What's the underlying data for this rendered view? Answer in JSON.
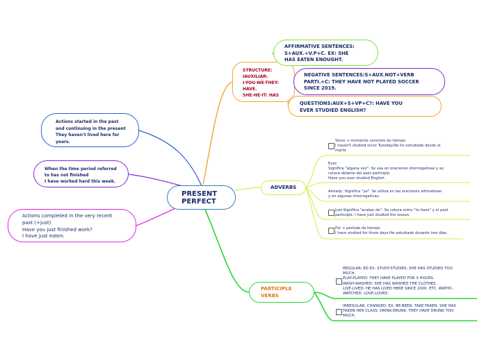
{
  "central": {
    "label": "PRESENT\nPERFECT"
  },
  "left_nodes": {
    "actions_started": "Actions started in the past\nand continuing in the present\nThey haven't lived here for\nyears.",
    "time_period": "When the time period referred\nto has not finished\nI have worked hard this week.",
    "actions_completed": "Actions completed in the very recent\npast (+just)\nHave you just finished work?\nI have just eaten."
  },
  "structure": {
    "label": "STRUCTURE:\nIAUXILIAR:\nI-YOU-WE-THEY:\nHAVE.\nSHE-HE-IT:  HAS",
    "affirmative": "AFFIRMATIVE SENTENCES:\nS+AUX.+V.P+C. EX: SHE\nHAS EATEN ENOUGHT.",
    "negative": "NEGATIVE SENTENCES:S+AUX.NOT+VERB\nPARTI.+C: THEY HAVE NOT PLAYED SOCCER\nSINCE 2019.",
    "questions": "QUESTIONS:AUX+S+VP+C?: HAVE YOU\nEVER STUDIED ENGLISH?"
  },
  "adverbs": {
    "label": "ADVERBS",
    "items": [
      "Since + momento concreto de tiempo\nI haven't studied since Tuesday.No he estudiado desde el\nmarte",
      "Ever:\nSignifica \"alguna vez\". Se usa en oraciones interrogativas y se\ncoloca delante del past participle.\nHave you ever studied English",
      "Already :Significa \"ya\". Se utiliza en las oraciones afirmativas\ny en algunas interrogativas.",
      "Just:Significa \"acabar de\". Se coloca entre \"to have\" y el past\nparticiple.  I have just studied the lesson.",
      "For + período de tiempo\nI have studied for three days.He estudiado durante tres días."
    ]
  },
  "participle": {
    "label": "PARTICIPLE\nVERBS",
    "items": [
      "REGULAR: ED EX: STUDY-STUDIES: SHE HAS STUDIED TOO\nMUCH.\nPLAY-PLAYED: THEY HAVE PLAYED FOR 3 HOURS.\nWASH-WASHED: SHE HAS WASHED THE CLOTHES .\nLIVE-LIVED: HE HAS LIVED HERE SINCE 2000. ETC. WATHC-\nWATCHED. LOVE-LOVED.",
      "IRREGULAR; CHANGED. EX: BE-BEEN. TAKE-TAKEN: SHE HAS\nTAKEN HER CLASS.  DRINK-DRUNK: THEY HAVE DRUNK TOO\nMUCH."
    ]
  },
  "colors": {
    "central": "#2e7fbf",
    "blue": "#2a5fd6",
    "purple": "#7a2ad6",
    "magenta": "#e020e0",
    "orange": "#f7a32a",
    "green": "#80e040",
    "yellow": "#d8e84a",
    "bright_green": "#2ad63a",
    "dark_red": "#a00020",
    "navy": "#1a2a6a",
    "dark_green": "#1a5030",
    "orange_text": "#e07810"
  }
}
